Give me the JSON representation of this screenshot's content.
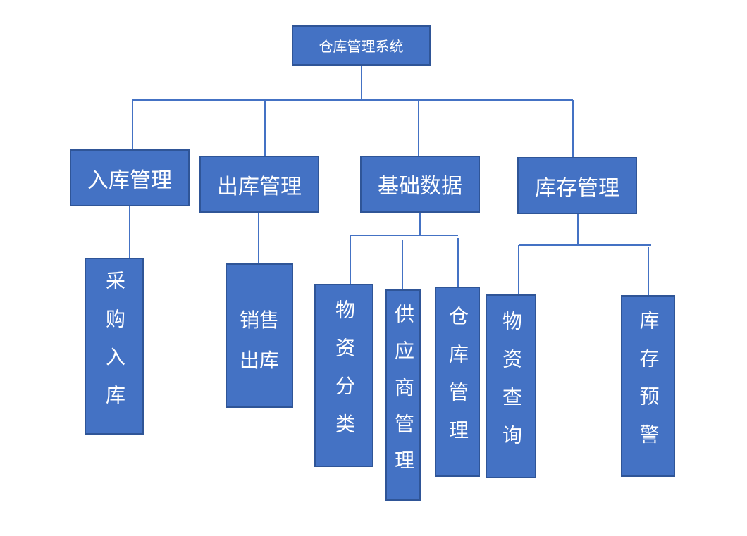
{
  "diagram": {
    "root": {
      "label": "仓库管理系统"
    },
    "modules": [
      {
        "label": "入库管理",
        "children": [
          "采购入库"
        ]
      },
      {
        "label": "出库管理",
        "children": [
          "销售出库"
        ]
      },
      {
        "label": "基础数据",
        "children": [
          "物资分类",
          "供应商管理",
          "仓库管理"
        ]
      },
      {
        "label": "库存管理",
        "children": [
          "物资查询",
          "库存预警"
        ]
      }
    ]
  },
  "colors": {
    "box_fill": "#4472C4",
    "box_border": "#2F5597",
    "connector": "#4472C4",
    "text": "#FFFFFF"
  }
}
